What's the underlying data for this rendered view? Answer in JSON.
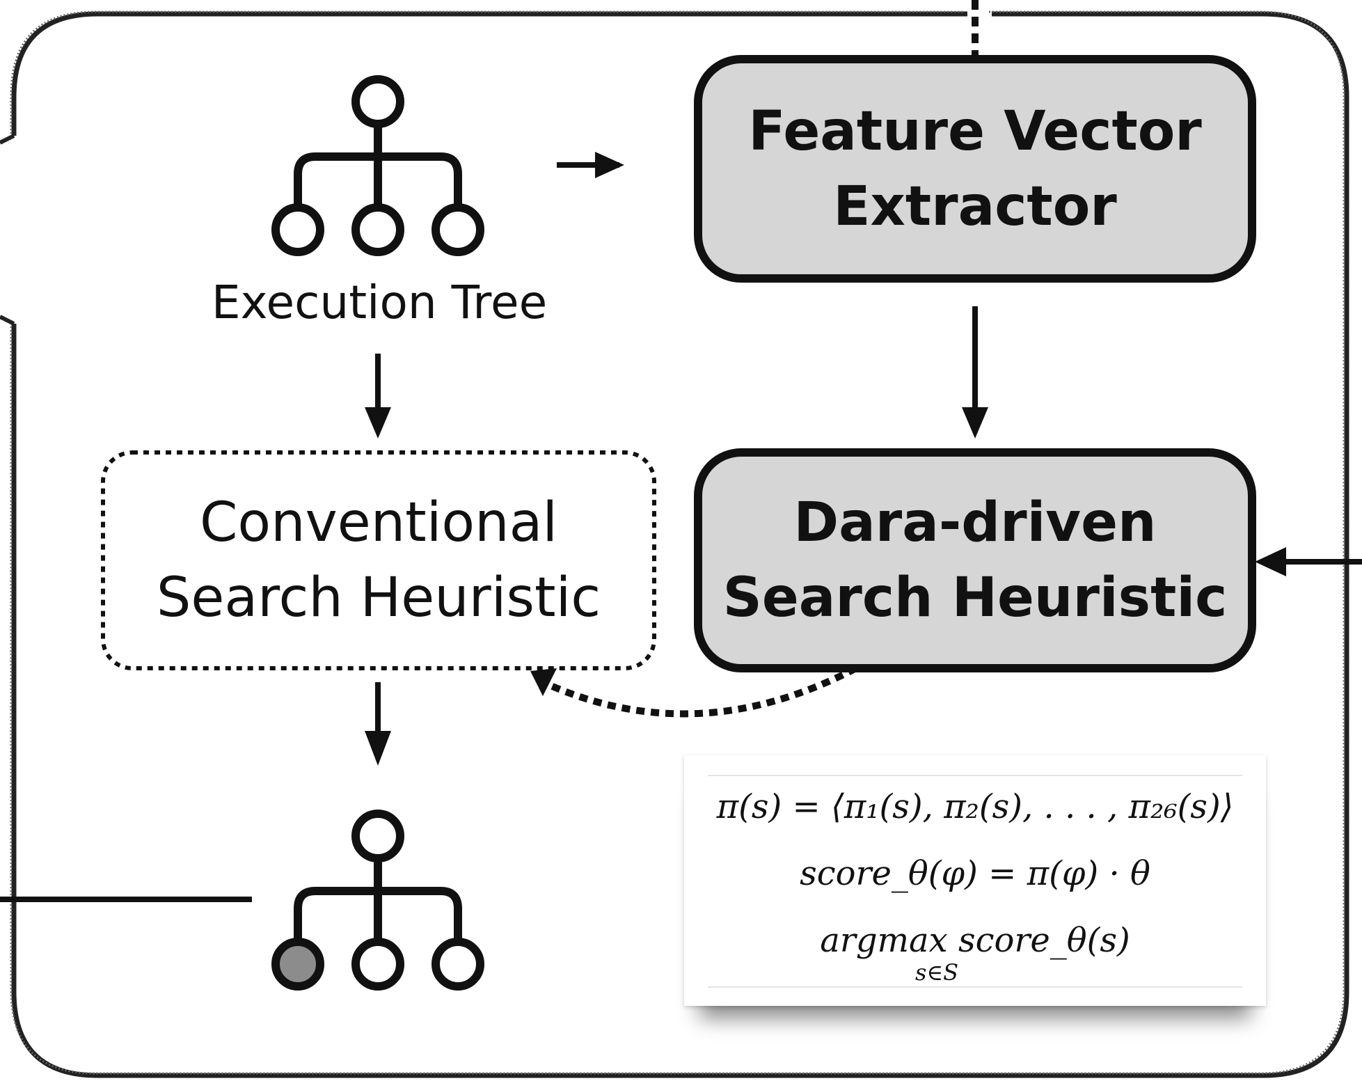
{
  "nodes": {
    "execution_tree": {
      "label": "Execution Tree"
    },
    "feature_vector_extractor": {
      "line1": "Feature Vector",
      "line2": "Extractor"
    },
    "data_driven_heuristic": {
      "line1": "Dara-driven",
      "line2": "Search Heuristic"
    },
    "conventional_heuristic": {
      "line1": "Conventional",
      "line2": "Search Heuristic"
    }
  },
  "formulas": {
    "line1": "π(s) = ⟨π₁(s), π₂(s), . . . , π₂₆(s)⟩",
    "line2": "score_θ(φ) = π(φ) · θ",
    "line3": "argmax score_θ(s)",
    "line3_sub": "s∈S"
  },
  "colors": {
    "stroke": "#111111",
    "box_fill": "#d6d6d6",
    "selected_node": "#8c8c8c",
    "background": "#ffffff"
  },
  "icons": {
    "tree_top": "tree-icon",
    "tree_bottom": "tree-selected-node-icon"
  }
}
